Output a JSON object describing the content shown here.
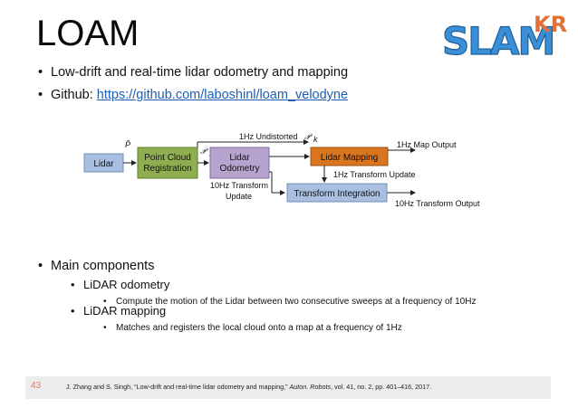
{
  "slide": {
    "title": "LOAM",
    "logo": {
      "text": "SLAM",
      "badge": "KR"
    },
    "bullets": [
      {
        "text": "Low-drift and real-time lidar odometry and mapping"
      },
      {
        "prefix": "Github: ",
        "link": "https://github.com/laboshinl/loam_velodyne"
      }
    ],
    "diagram": {
      "boxes": {
        "lidar": "Lidar",
        "registration_line1": "Point Cloud",
        "registration_line2": "Registration",
        "odometry_line1": "Lidar",
        "odometry_line2": "Odometry",
        "mapping": "Lidar Mapping",
        "integration": "Transform Integration"
      },
      "labels": {
        "p_hat": "P̂",
        "p_k": "𝒫",
        "p_k_sub": "k",
        "undistorted": "1Hz Undistorted",
        "map_output": "1Hz Map Output",
        "tf_update_1hz": "1Hz Transform Update",
        "tf_update_10hz_line1": "10Hz Transform",
        "tf_update_10hz_line2": "Update",
        "tf_output": "10Hz Transform Output"
      },
      "colors": {
        "lidar": "#a9bfe0",
        "registration": "#8fae50",
        "odometry": "#b6a4cf",
        "mapping": "#d9741f",
        "integration": "#a9bfe0"
      }
    },
    "components": {
      "heading": "Main components",
      "items": [
        {
          "label": "LiDAR odometry",
          "detail": "Compute the motion of the Lidar between two consecutive sweeps at a frequency of 10Hz"
        },
        {
          "label": "LiDAR mapping",
          "detail": "Matches and registers the local cloud onto a map at a frequency of 1Hz"
        }
      ]
    },
    "footer": {
      "page": "43",
      "citation_pre": "J. Zhang and S. Singh, “Low-drift and real-time lidar odometry and mapping,” ",
      "citation_journal": "Auton. Robots",
      "citation_post": ", vol. 41, no. 2, pp. 401–416, 2017."
    }
  }
}
